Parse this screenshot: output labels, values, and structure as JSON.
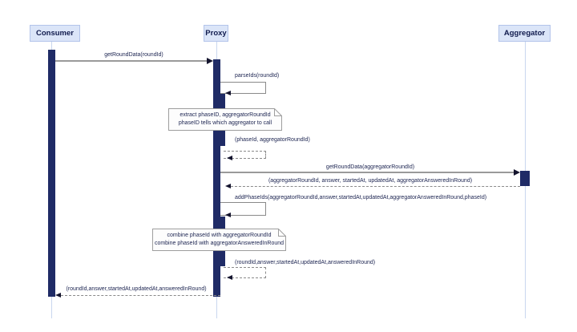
{
  "diagram": {
    "type": "sequence-diagram",
    "participants": [
      {
        "name": "Consumer"
      },
      {
        "name": "Proxy"
      },
      {
        "name": "Aggregator"
      }
    ],
    "messages": [
      {
        "from": "Consumer",
        "to": "Proxy",
        "style": "solid",
        "label": "getRoundData(roundId)"
      },
      {
        "from": "Proxy",
        "to": "Proxy",
        "style": "solid-self",
        "label": "parseIds(roundId)"
      },
      {
        "from": "Proxy",
        "to": "Proxy",
        "style": "dashed-self",
        "label": "(phaseId, aggregatorRoundId)"
      },
      {
        "from": "Proxy",
        "to": "Aggregator",
        "style": "solid",
        "label": "getRoundData(aggregatorRoundId)"
      },
      {
        "from": "Aggregator",
        "to": "Proxy",
        "style": "dashed",
        "label": "(aggregatorRoundId, answer, startedAt, updatedAt, aggregatorAnsweredInRound)"
      },
      {
        "from": "Proxy",
        "to": "Proxy",
        "style": "solid-self",
        "label": "addPhaseIds(aggregatorRoundId,answer,startedAt,updatedAt,aggregatorAnsweredInRound,phaseId)"
      },
      {
        "from": "Proxy",
        "to": "Proxy",
        "style": "dashed-self",
        "label": "(roundId,answer,startedAt,updatedAt,answeredInRound)"
      },
      {
        "from": "Proxy",
        "to": "Consumer",
        "style": "dashed",
        "label": "(roundId,answer,startedAt,updatedAt,answeredInRound)"
      }
    ],
    "notes": [
      {
        "over": "Proxy",
        "line1": "extract phaseID, aggregatorRoundId",
        "line2": "phaseID tells which aggregator to call"
      },
      {
        "over": "Proxy",
        "line1": "combine phaseId with aggregatorRoundId",
        "line2": "combine phaseId with aggregatorAnsweredInRound"
      }
    ],
    "colors": {
      "participant_fill": "#dbe5f8",
      "participant_border": "#b3c4ea",
      "activation_fill": "#1f2b66",
      "lifeline": "#c9d7ef",
      "message_line": "#9a9a9a",
      "arrowhead": "#14142e",
      "label_text": "#1b2350",
      "note_fill": "#fdfdfd",
      "note_border": "#9e9e9e",
      "background": "#ffffff"
    }
  }
}
